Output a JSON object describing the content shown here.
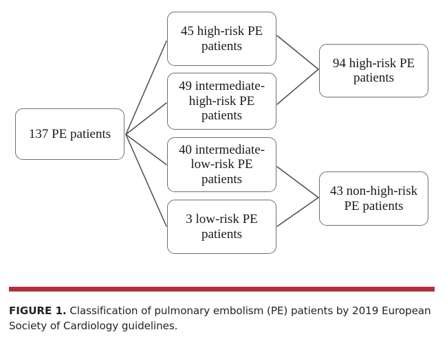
{
  "figure": {
    "accent_color": "#b3303a",
    "box_border_color": "#6e6e6e",
    "connector_color": "#4a4a4a",
    "text_color": "#1a1a1a"
  },
  "flowchart": {
    "type": "flowchart",
    "nodes": {
      "root": {
        "label": "137 PE patients",
        "count": 137,
        "category": "all PE patients"
      },
      "high_risk": {
        "label": "45 high-risk PE\npatients",
        "count": 45,
        "category": "high-risk PE"
      },
      "intermediate_high_risk": {
        "label": "49 intermediate-\nhigh-risk PE\npatients",
        "count": 49,
        "category": "intermediate-high-risk PE"
      },
      "intermediate_low_risk": {
        "label": "40 intermediate-\nlow-risk PE\npatients",
        "count": 40,
        "category": "intermediate-low-risk PE"
      },
      "low_risk": {
        "label": "3 low-risk PE\npatients",
        "count": 3,
        "category": "low-risk PE"
      },
      "high_risk_total": {
        "label": "94 high-risk PE\npatients",
        "count": 94,
        "category": "high-risk PE (grouped)"
      },
      "non_high_risk_total": {
        "label": "43 non-high-risk\nPE patients",
        "count": 43,
        "category": "non-high-risk PE (grouped)"
      }
    },
    "edges": [
      {
        "from": "root",
        "to": "high_risk"
      },
      {
        "from": "root",
        "to": "intermediate_high_risk"
      },
      {
        "from": "root",
        "to": "intermediate_low_risk"
      },
      {
        "from": "root",
        "to": "low_risk"
      },
      {
        "from": "high_risk",
        "to": "high_risk_total"
      },
      {
        "from": "intermediate_high_risk",
        "to": "high_risk_total"
      },
      {
        "from": "intermediate_low_risk",
        "to": "non_high_risk_total"
      },
      {
        "from": "low_risk",
        "to": "non_high_risk_total"
      }
    ]
  },
  "caption": {
    "label": "FIGURE 1.",
    "text": " Classification of pulmonary embolism (PE) patients by 2019 European Society of Cardiology guidelines."
  }
}
